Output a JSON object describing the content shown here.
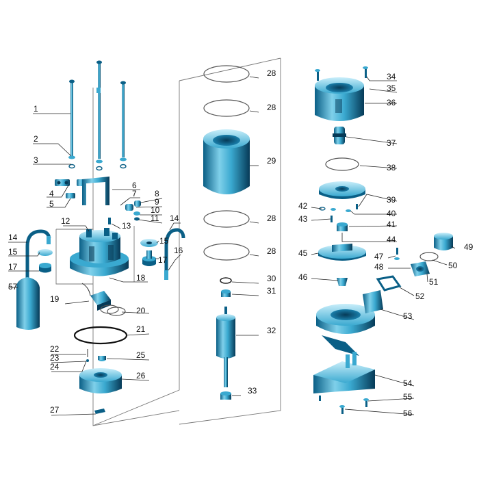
{
  "diagram": {
    "labels": [
      {
        "id": "1",
        "text": "1"
      },
      {
        "id": "2",
        "text": "2"
      },
      {
        "id": "3",
        "text": "3"
      },
      {
        "id": "4",
        "text": "4"
      },
      {
        "id": "5",
        "text": "5"
      },
      {
        "id": "6",
        "text": "6"
      },
      {
        "id": "7",
        "text": "7"
      },
      {
        "id": "8",
        "text": "8"
      },
      {
        "id": "9",
        "text": "9"
      },
      {
        "id": "10",
        "text": "10"
      },
      {
        "id": "11",
        "text": "11"
      },
      {
        "id": "12",
        "text": "12"
      },
      {
        "id": "13",
        "text": "13"
      },
      {
        "id": "14a",
        "text": "14"
      },
      {
        "id": "14b",
        "text": "14"
      },
      {
        "id": "15a",
        "text": "15"
      },
      {
        "id": "15b",
        "text": "15"
      },
      {
        "id": "16",
        "text": "16"
      },
      {
        "id": "17a",
        "text": "17"
      },
      {
        "id": "17b",
        "text": "17"
      },
      {
        "id": "18",
        "text": "18"
      },
      {
        "id": "19",
        "text": "19"
      },
      {
        "id": "20",
        "text": "20"
      },
      {
        "id": "21",
        "text": "21"
      },
      {
        "id": "22",
        "text": "22"
      },
      {
        "id": "23",
        "text": "23"
      },
      {
        "id": "24",
        "text": "24"
      },
      {
        "id": "25",
        "text": "25"
      },
      {
        "id": "26",
        "text": "26"
      },
      {
        "id": "27",
        "text": "27"
      },
      {
        "id": "28a",
        "text": "28"
      },
      {
        "id": "28b",
        "text": "28"
      },
      {
        "id": "28c",
        "text": "28"
      },
      {
        "id": "28d",
        "text": "28"
      },
      {
        "id": "29",
        "text": "29"
      },
      {
        "id": "30",
        "text": "30"
      },
      {
        "id": "31",
        "text": "31"
      },
      {
        "id": "32",
        "text": "32"
      },
      {
        "id": "33",
        "text": "33"
      },
      {
        "id": "34",
        "text": "34"
      },
      {
        "id": "35",
        "text": "35"
      },
      {
        "id": "36",
        "text": "36"
      },
      {
        "id": "37",
        "text": "37"
      },
      {
        "id": "38",
        "text": "38"
      },
      {
        "id": "39",
        "text": "39"
      },
      {
        "id": "40",
        "text": "40"
      },
      {
        "id": "41",
        "text": "41"
      },
      {
        "id": "42",
        "text": "42"
      },
      {
        "id": "43",
        "text": "43"
      },
      {
        "id": "44",
        "text": "44"
      },
      {
        "id": "45",
        "text": "45"
      },
      {
        "id": "46",
        "text": "46"
      },
      {
        "id": "47",
        "text": "47"
      },
      {
        "id": "48",
        "text": "48"
      },
      {
        "id": "49",
        "text": "49"
      },
      {
        "id": "50",
        "text": "50"
      },
      {
        "id": "51",
        "text": "51"
      },
      {
        "id": "52",
        "text": "52"
      },
      {
        "id": "53",
        "text": "53"
      },
      {
        "id": "54",
        "text": "54"
      },
      {
        "id": "55",
        "text": "55"
      },
      {
        "id": "56",
        "text": "56"
      },
      {
        "id": "57",
        "text": "57"
      }
    ],
    "colors": {
      "part_light": "#a8dff0",
      "part_mid": "#3aa9d0",
      "part_dark": "#0a5f86",
      "part_shadow": "#063a57",
      "frame_line": "#777777",
      "leader_line": "#222222"
    }
  }
}
